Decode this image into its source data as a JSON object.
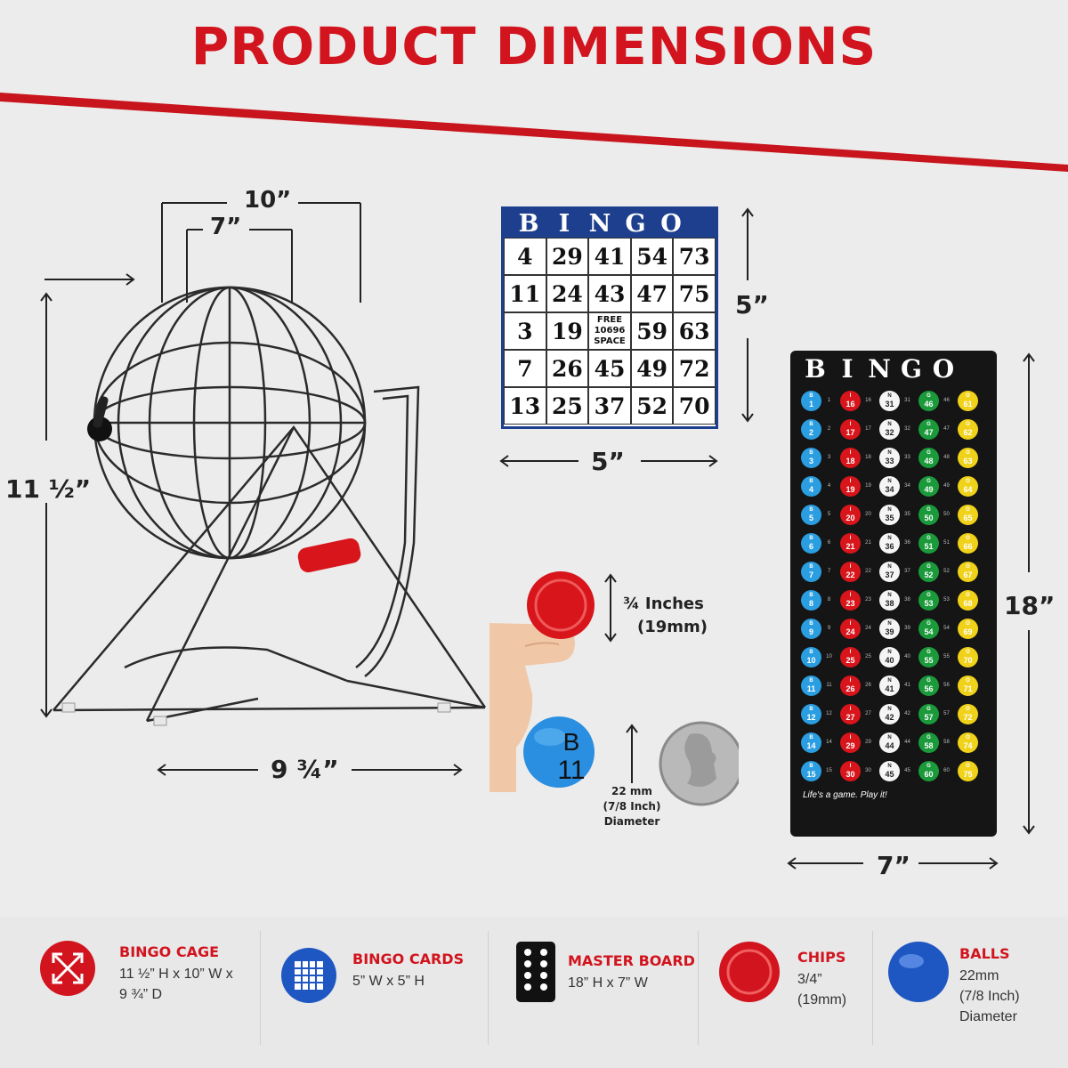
{
  "title": "PRODUCT DIMENSIONS",
  "cage": {
    "width_outer": "10”",
    "width_inner": "7”",
    "height": "11 ½”",
    "depth": "9 ¾”"
  },
  "card": {
    "header": [
      "B",
      "I",
      "N",
      "G",
      "O"
    ],
    "rows": [
      [
        "4",
        "29",
        "41",
        "54",
        "73"
      ],
      [
        "11",
        "24",
        "43",
        "47",
        "75"
      ],
      [
        "3",
        "19",
        "FREE\n10696\nSPACE",
        "59",
        "63"
      ],
      [
        "7",
        "26",
        "45",
        "49",
        "72"
      ],
      [
        "13",
        "25",
        "37",
        "52",
        "70"
      ]
    ],
    "height": "5”",
    "width": "5”"
  },
  "chip": {
    "size": "¾ Inches",
    "size_mm": "(19mm)"
  },
  "ball": {
    "letter": "B",
    "number": "11",
    "label_1": "22 mm",
    "label_2": "(7/8 Inch)",
    "label_3": "Diameter"
  },
  "master": {
    "header": [
      "B",
      "I",
      "N",
      "G",
      "O"
    ],
    "height": "18”",
    "width": "7”",
    "tagline": "Life's a game. Play it!",
    "colors": [
      "#2a9ee0",
      "#d8151b",
      "#f5f5f5",
      "#1a9a3a",
      "#f1d21a"
    ],
    "letters": [
      "B",
      "I",
      "N",
      "G",
      "O"
    ],
    "rows": [
      [
        1,
        16,
        31,
        46,
        61
      ],
      [
        2,
        17,
        32,
        47,
        62
      ],
      [
        3,
        18,
        33,
        48,
        63
      ],
      [
        4,
        19,
        34,
        49,
        64
      ],
      [
        5,
        20,
        35,
        50,
        65
      ],
      [
        6,
        21,
        36,
        51,
        66
      ],
      [
        7,
        22,
        37,
        52,
        67
      ],
      [
        8,
        23,
        38,
        53,
        68
      ],
      [
        9,
        24,
        39,
        54,
        69
      ],
      [
        10,
        25,
        40,
        55,
        70
      ],
      [
        11,
        26,
        41,
        56,
        71
      ],
      [
        12,
        27,
        42,
        57,
        72
      ],
      [
        14,
        29,
        44,
        58,
        74
      ],
      [
        15,
        30,
        45,
        60,
        75
      ]
    ]
  },
  "footer": [
    {
      "title": "BINGO CAGE",
      "lines": [
        "11 ½” H x 10” W x",
        "9 ¾” D"
      ]
    },
    {
      "title": "BINGO CARDS",
      "lines": [
        "5” W x 5” H"
      ]
    },
    {
      "title": "MASTER BOARD",
      "lines": [
        "18” H x 7” W"
      ]
    },
    {
      "title": "CHIPS",
      "lines": [
        "3/4”",
        "(19mm)"
      ]
    },
    {
      "title": "BALLS",
      "lines": [
        "22mm",
        "(7/8 Inch)",
        "Diameter"
      ]
    }
  ],
  "colors": {
    "accent": "#d2141e",
    "card_blue": "#1e3f8e",
    "chip_red": "#d8151b",
    "ball_blue": "#2a8fe0"
  }
}
